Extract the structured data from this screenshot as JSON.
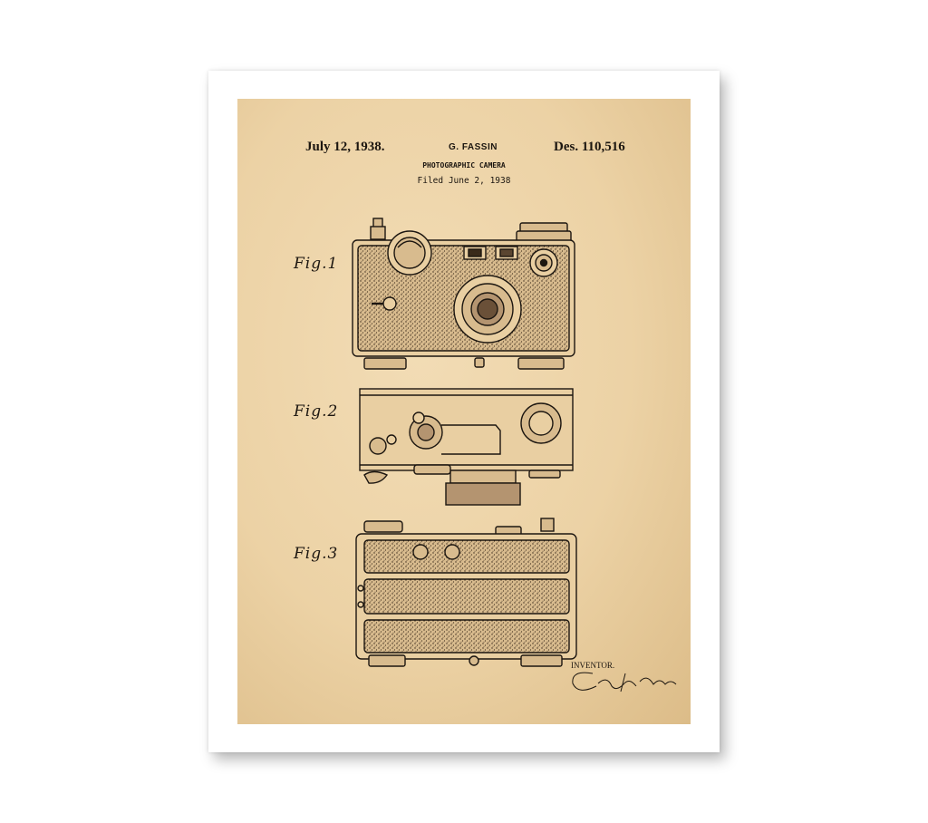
{
  "patent": {
    "date": "July 12, 1938.",
    "inventor": "G. FASSIN",
    "design_number": "Des. 110,516",
    "title": "PHOTOGRAPHIC CAMERA",
    "filed": "Filed June 2, 1938"
  },
  "figures": [
    {
      "label": "Fig.1"
    },
    {
      "label": "Fig.2"
    },
    {
      "label": "Fig.3"
    }
  ],
  "signature": {
    "label": "INVENTOR.",
    "text": "Gustave Fassin"
  },
  "colors": {
    "paper": "#ecd2a5",
    "ink": "#1c1610",
    "frame": "#ffffff"
  }
}
